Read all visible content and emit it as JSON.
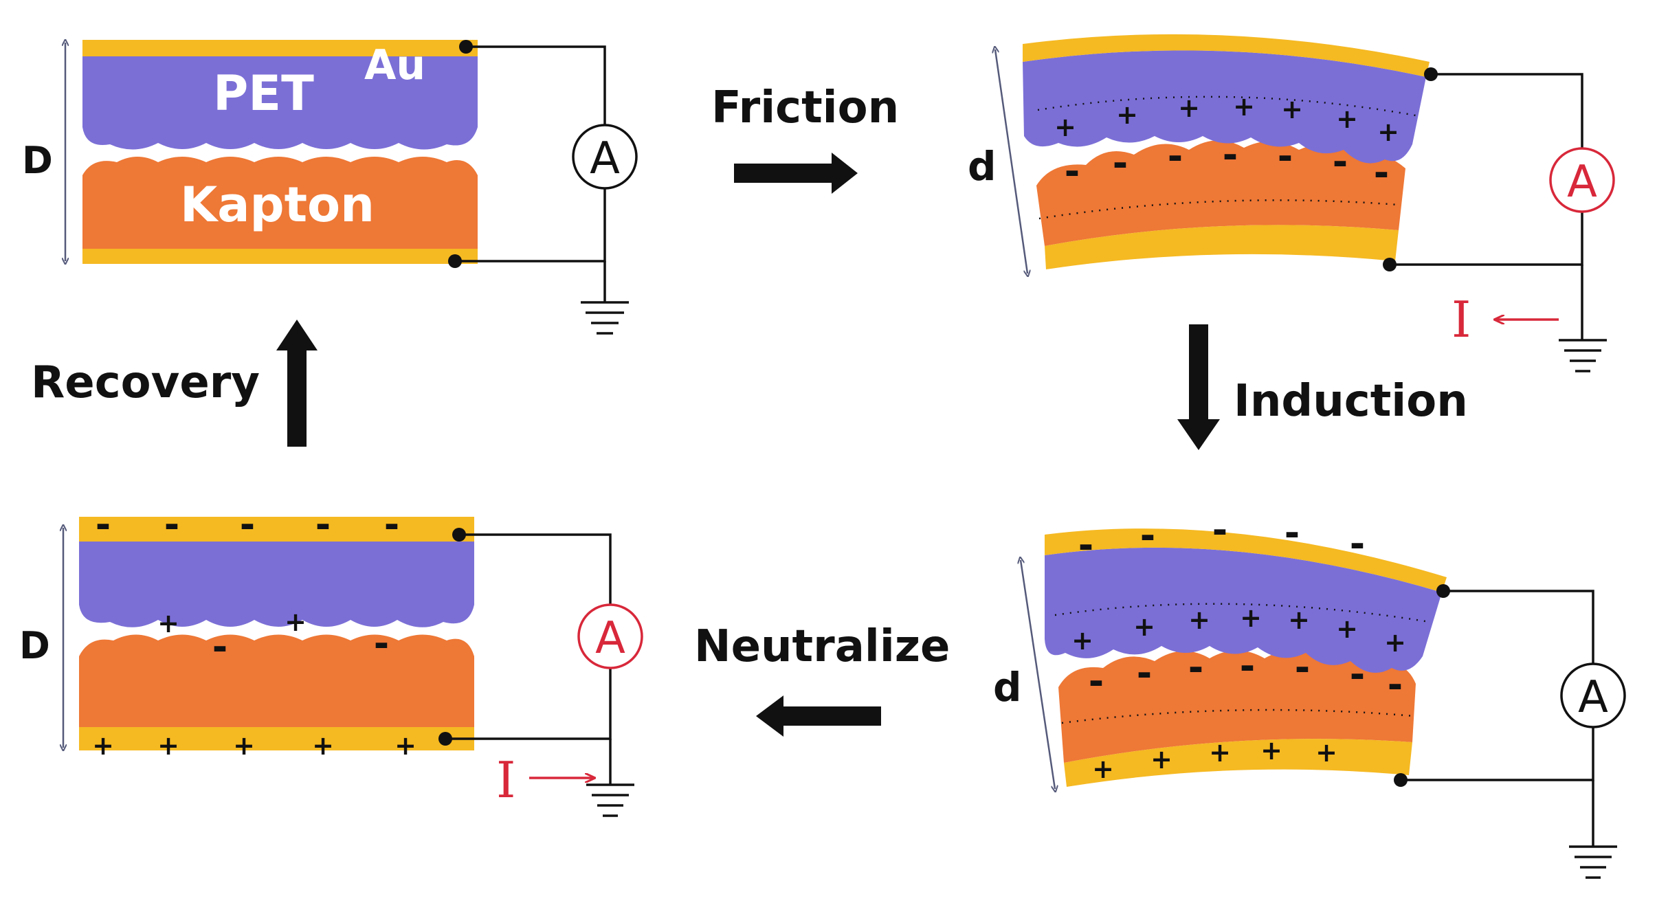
{
  "materials": {
    "top_polymer": "PET",
    "electrode": "Au",
    "bottom_polymer": "Kapton"
  },
  "steps": {
    "friction": "Friction",
    "induction": "Induction",
    "neutralize": "Neutralize",
    "recovery": "Recovery"
  },
  "gaps": {
    "large": "D",
    "small": "d"
  },
  "meter_symbol": "A",
  "current_symbol": "I",
  "charge_symbols": {
    "positive": "+",
    "negative": "-"
  },
  "colors": {
    "pet": "#7b6fd6",
    "kapton": "#ee7836",
    "gold": "#f5b922",
    "active": "#d8283a",
    "idle": "#111111",
    "arrow_gap": "#555a7a"
  },
  "panels": [
    {
      "id": "initial",
      "gap": "D",
      "meter_state": "idle",
      "current": "none"
    },
    {
      "id": "friction",
      "gap": "d",
      "meter_state": "active",
      "current": "right-to-left"
    },
    {
      "id": "induction",
      "gap": "d",
      "meter_state": "idle",
      "current": "none"
    },
    {
      "id": "neutralize",
      "gap": "D",
      "meter_state": "active",
      "current": "left-to-right"
    }
  ]
}
